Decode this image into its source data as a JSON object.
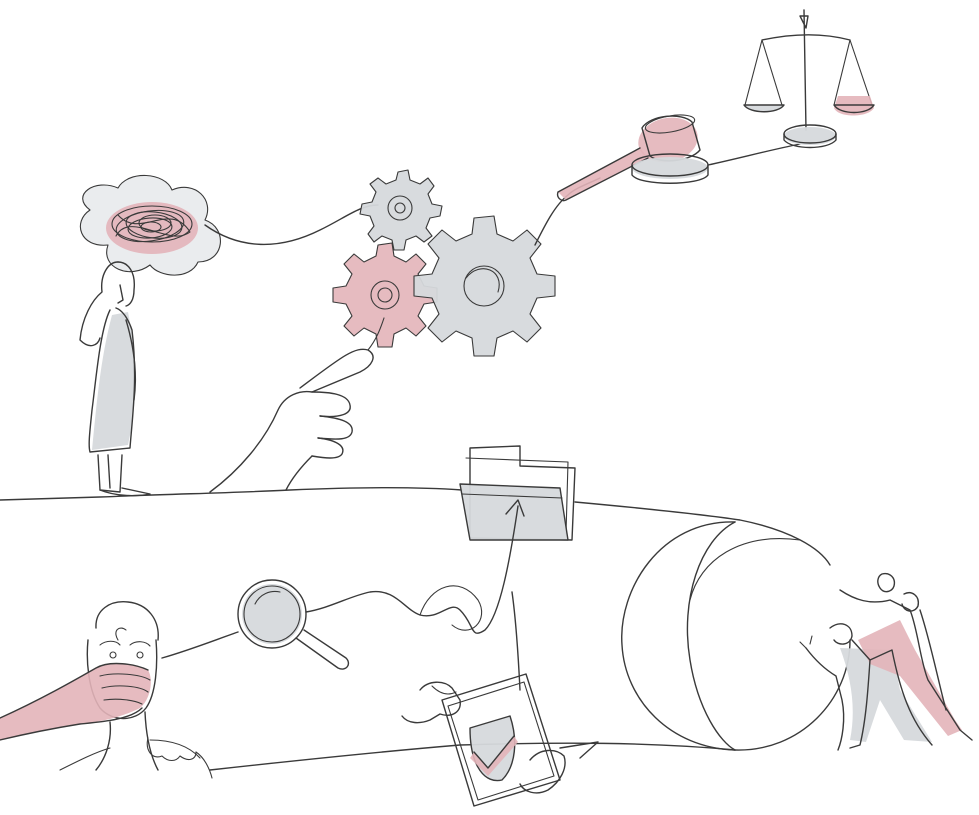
{
  "scene": {
    "style": "continuous one-line drawing",
    "colors": {
      "line": "#3a3a3a",
      "accent_pink": "#e3b4b9",
      "fill_grey": "#d6d9dc",
      "background": "#ffffff"
    },
    "elements": [
      "confused-woman",
      "tangled-thought-cloud",
      "gears",
      "pointing-hand",
      "gavel",
      "scales-of-justice",
      "folder",
      "magnifying-glass",
      "covered-mouth-person",
      "shield-checkmark-document",
      "people-pushing-boulder"
    ]
  }
}
